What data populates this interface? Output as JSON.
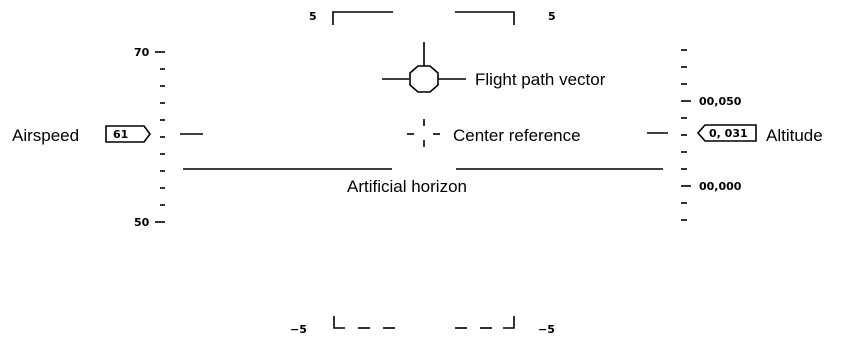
{
  "labels": {
    "airspeed": "Airspeed",
    "altitude": "Altitude",
    "flight_path_vector": "Flight path vector",
    "center_reference": "Center reference",
    "artificial_horizon": "Artificial horizon"
  },
  "airspeed": {
    "value": "61",
    "scale_top": "70",
    "scale_bottom": "50"
  },
  "altitude": {
    "value": "0, 031",
    "scale_upper": "00,050",
    "scale_lower": "00,000"
  },
  "pitch_ladder": {
    "upper_left": "5",
    "upper_right": "5",
    "lower_left": "−5",
    "lower_right": "−5"
  }
}
